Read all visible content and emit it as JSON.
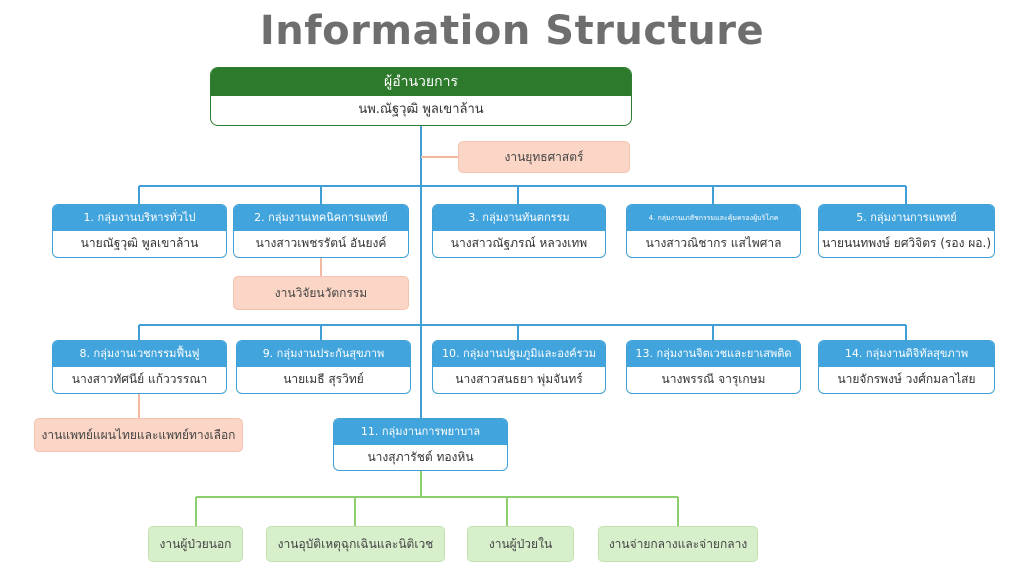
{
  "title": "Information Structure",
  "director": {
    "role": "ผู้อำนวยการ",
    "name": "นพ.ณัฐวุฒิ พูลเขาล้าน"
  },
  "strategy_unit": "งานยุทธศาสตร์",
  "row1": [
    {
      "header": "1. กลุ่มงานบริหารทั่วไป",
      "name": "นายณัฐวุฒิ พูลเขาล้าน"
    },
    {
      "header": "2. กลุ่มงานเทคนิคการแพทย์",
      "name": "นางสาวเพชรรัตน์ อันยงค์"
    },
    {
      "header": "3. กลุ่มงานทันตกรรม",
      "name": "นางสาวณัฐภรณ์ หลวงเทพ"
    },
    {
      "header": "4. กลุ่มงานเภสัชกรรมและคุ้มครองผู้บริโภค",
      "name": "นางสาวณิชากร แสไพศาล"
    },
    {
      "header": "5. กลุ่มงานการแพทย์",
      "name": "นายนนทพงษ์ ยศวิจิตร (รอง ผอ.)"
    }
  ],
  "research_unit": "งานวิจัยนวัตกรรม",
  "row2": [
    {
      "header": "8. กลุ่มงานเวชกรรมฟื้นฟู",
      "name": "นางสาวทัศนีย์ แก้ววรรณา"
    },
    {
      "header": "9. กลุ่มงานประกันสุขภาพ",
      "name": "นายเมธี สุรวิทย์"
    },
    {
      "header": "10. กลุ่มงานปฐมภูมิและองค์รวม",
      "name": "นางสาวสนธยา พุ่มจันทร์"
    },
    {
      "header": "13. กลุ่มงานจิตเวชและยาเสพติด",
      "name": "นางพรรณี จารุเกษม"
    },
    {
      "header": "14. กลุ่มงานดิจิทัลสุขภาพ",
      "name": "นายจักรพงษ์ วงศ์กมลาไสย"
    }
  ],
  "thai_med_unit": "งานแพทย์แผนไทยและแพทย์ทางเลือก",
  "nursing": {
    "header": "11. กลุ่มงานการพยาบาล",
    "name": "นางสุภารัชต์ ทองหิน"
  },
  "nursing_units": [
    "งานผู้ป่วยนอก",
    "งานอุบัติเหตุฉุกเฉินและนิติเวช",
    "งานผู้ป่วยใน",
    "งานจ่ายกลางและจ่ายกลาง"
  ],
  "colors": {
    "line": "#3f9fd6",
    "line_green": "#8ccf6f",
    "line_pink": "#f2b8a2"
  }
}
